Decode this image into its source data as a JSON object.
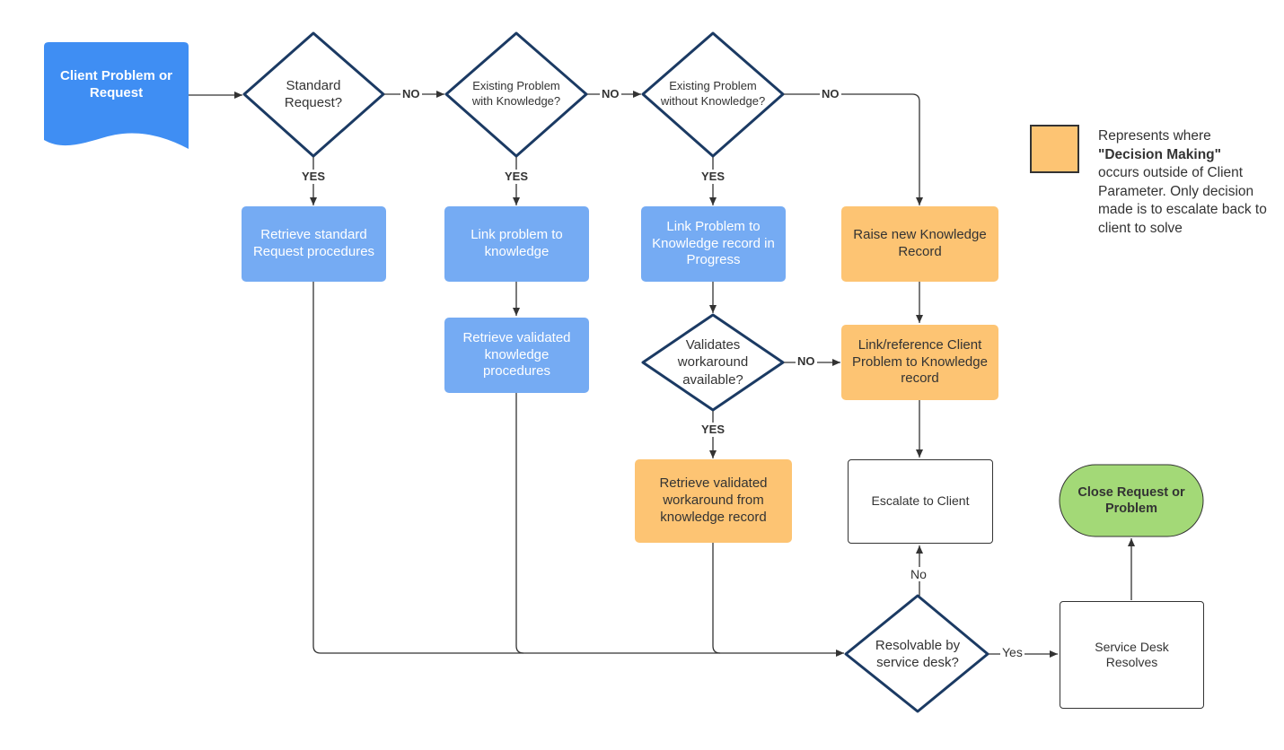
{
  "nodes": {
    "start": "Client Problem or Request",
    "d_standard": "Standard Request?",
    "d_existing_with": "Existing Problem with Knowledge?",
    "d_existing_without": "Existing Problem without Knowledge?",
    "retrieve_standard": "Retrieve standard Request procedures",
    "link_problem": "Link problem to knowledge",
    "retrieve_validated": "Retrieve validated knowledge procedures",
    "link_problem_progress": "Link Problem to Knowledge record in Progress",
    "raise_new": "Raise new Knowledge Record",
    "d_validates": "Validates workaround available?",
    "link_reference": "Link/reference Client Problem to Knowledge record",
    "retrieve_workaround": "Retrieve validated workaround from knowledge record",
    "escalate": "Escalate to Client",
    "close": "Close Request or Problem",
    "d_resolvable": "Resolvable by service desk?",
    "service_desk": "Service Desk Resolves"
  },
  "edge_labels": {
    "no1": "NO",
    "no2": "NO",
    "no3": "NO",
    "no4": "NO",
    "yes1": "YES",
    "yes2": "YES",
    "yes3": "YES",
    "yes4": "YES",
    "no_lower": "No",
    "yes_lower": "Yes"
  },
  "legend": {
    "color": "#fdc473",
    "line1": "Represents where",
    "emphasis": "\"Decision Making\"",
    "line3": "occurs outside of Client Parameter. Only decision made is to escalate back to client to solve"
  },
  "colors": {
    "start": "#3f8ef3",
    "blue_box": "#75abf3",
    "orange_box": "#fdc473",
    "decision_border": "#1b3a63",
    "close": "#a3d977"
  }
}
